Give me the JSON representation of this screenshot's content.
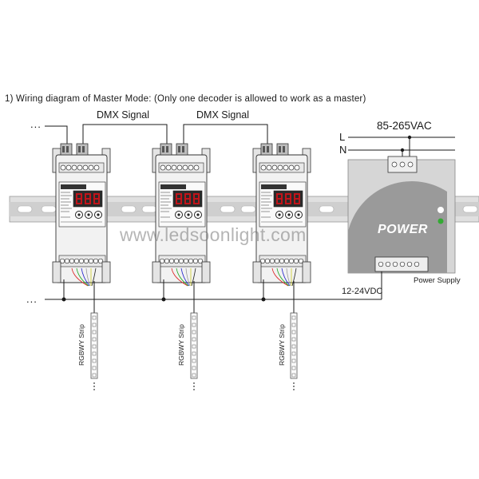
{
  "title": "1) Wiring diagram of Master Mode: (Only one decoder is allowed to work as a master)",
  "dmx_labels": [
    "DMX Signal",
    "DMX Signal"
  ],
  "ac_supply": {
    "voltage": "85-265VAC",
    "line": "L",
    "neutral": "N"
  },
  "dc_output": "12-24VDC",
  "power_supply": {
    "label": "Power Supply",
    "badge": "POWER"
  },
  "strip_label": "RGBWY Strip",
  "ellipsis": "...",
  "watermark": "www.ledsoonlight.com",
  "colors": {
    "line": "#1a1a1a",
    "module": "#f2f2f2",
    "display": "#c0141a",
    "psu": "#d6d6d6",
    "psu_dark": "#9a9a9a",
    "indicator": "#33aa33"
  }
}
